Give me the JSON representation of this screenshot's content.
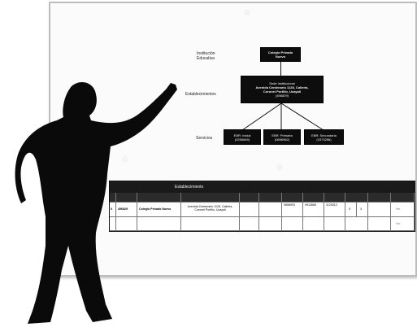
{
  "diagram": {
    "label_institucion": "Institución Educativa",
    "label_establecimientos": "Establecimientos",
    "label_servicios": "Servicios",
    "node_top": {
      "line1": "Colegio Privado",
      "line2": "Nuevo"
    },
    "node_mid": {
      "line1": "Sede Institucional",
      "line2": "Avenida Centenario 1128, Calleria,",
      "line3": "Coronel Portillo, Ucayali",
      "line4": "(456829)"
    },
    "services": [
      {
        "line1": "EBR: Inicial",
        "line2": "(0256849)"
      },
      {
        "line1": "EBR: Primaria",
        "line2": "(0856962)"
      },
      {
        "line1": "EBR: Secundaria",
        "line2": "(1573256)"
      }
    ]
  },
  "table": {
    "title": "Establecimiento",
    "row1": {
      "marker": "X",
      "code": "456829",
      "name": "Colegio Privado Nuevo",
      "address": "Avenida Centenario 1128, Calleria, Coronel Portillo, Ucayali",
      "codes": [
        "0856903",
        "0913665",
        "1125312"
      ],
      "checks": [
        "X",
        "X"
      ]
    },
    "tag_a": "Ver",
    "tag_b": "Ver"
  },
  "colors": {
    "ink": "#0d0d0d",
    "paper": "#fbfbfb"
  }
}
